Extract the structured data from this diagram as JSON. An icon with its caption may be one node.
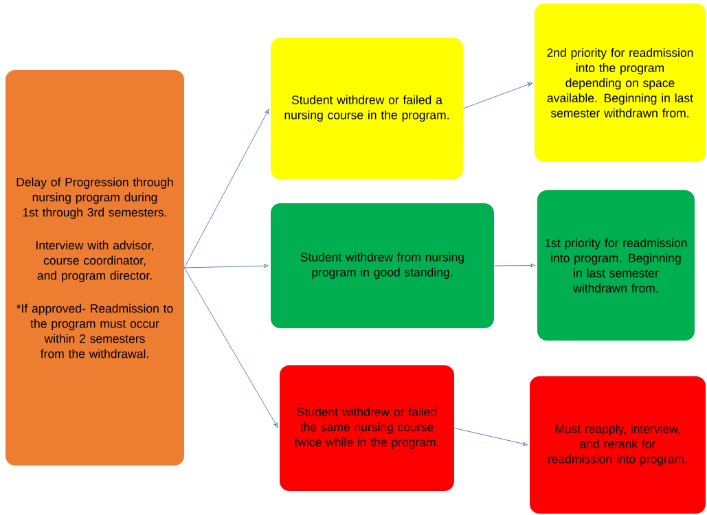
{
  "diagram": {
    "nodes": [
      {
        "text": [
          "Delay of Progression through nursing program during 1st through 3rd semesters.",
          "Interview with advisor, course coordinator, and program director.",
          "*If approved- Readmission to the program must occur within 2 semesters from the withdrawal."
        ]
      },
      {
        "text": [
          "Student withdrew or failed a nursing course in the program."
        ]
      },
      {
        "text": [
          "2nd priority for readmission into the program depending on space available. Beginning in last semester withdrawn from."
        ]
      },
      {
        "text": [
          "Student withdrew from nursing program in good standing."
        ]
      },
      {
        "text": [
          "1st priority for readmission into program. Beginning in last semester withdrawn from."
        ]
      },
      {
        "text": [
          "Student withdrew or failed the same nursing course twice while in the program."
        ]
      },
      {
        "text": [
          "Must reapply, interview, and rerank for readmission into program."
        ]
      }
    ],
    "edges": [
      {
        "from": 0,
        "to": 1,
        "arrow": "to"
      },
      {
        "from": 0,
        "to": 3,
        "arrow": "to"
      },
      {
        "from": 0,
        "to": 5,
        "arrow": "to"
      },
      {
        "from": 1,
        "to": 2,
        "arrow": "to"
      },
      {
        "from": 3,
        "to": 4,
        "arrow": "to"
      },
      {
        "from": 5,
        "to": 6,
        "arrow": "to"
      }
    ]
  }
}
